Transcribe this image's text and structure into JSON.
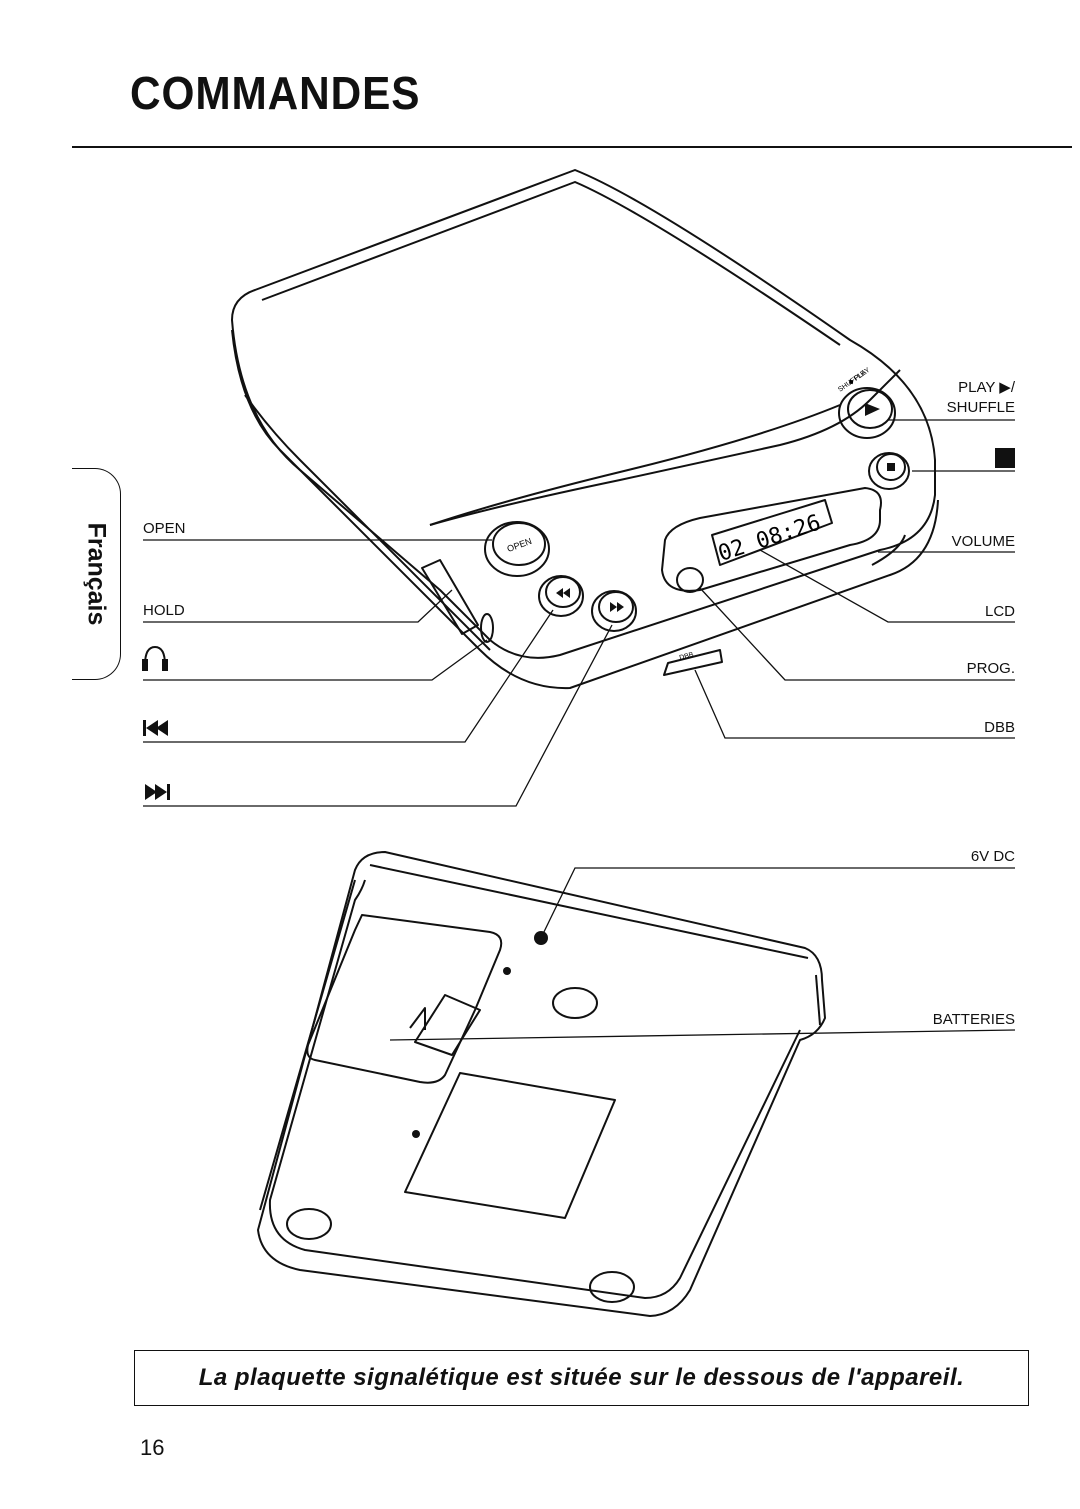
{
  "page": {
    "title": "COMMANDES",
    "side_tab": "Français",
    "page_number": "16"
  },
  "labels": {
    "open": "OPEN",
    "hold": "HOLD",
    "play_shuffle_line1": "PLAY ▶/",
    "play_shuffle_line2": "SHUFFLE",
    "stop": "■",
    "volume": "VOLUME",
    "lcd": "LCD",
    "prog": "PROG.",
    "dbb": "DBB",
    "skip_back": "|◀◀",
    "skip_forward": "▶▶|",
    "dc_in": "6V DC",
    "batteries": "BATTERIES"
  },
  "device": {
    "open_button": "OPEN",
    "lcd_display": "02 08:26",
    "shuffle_mark_top": "◆ PLAY",
    "shuffle_mark_bottom": "SHUFFLE",
    "dbb_mark": "DBB"
  },
  "icons": {
    "headphone": "headphone-icon",
    "stop": "stop-icon",
    "previous": "skip-back-icon",
    "next": "skip-forward-icon"
  },
  "notice": "La plaquette signalétique est située sur le dessous de l'appareil."
}
